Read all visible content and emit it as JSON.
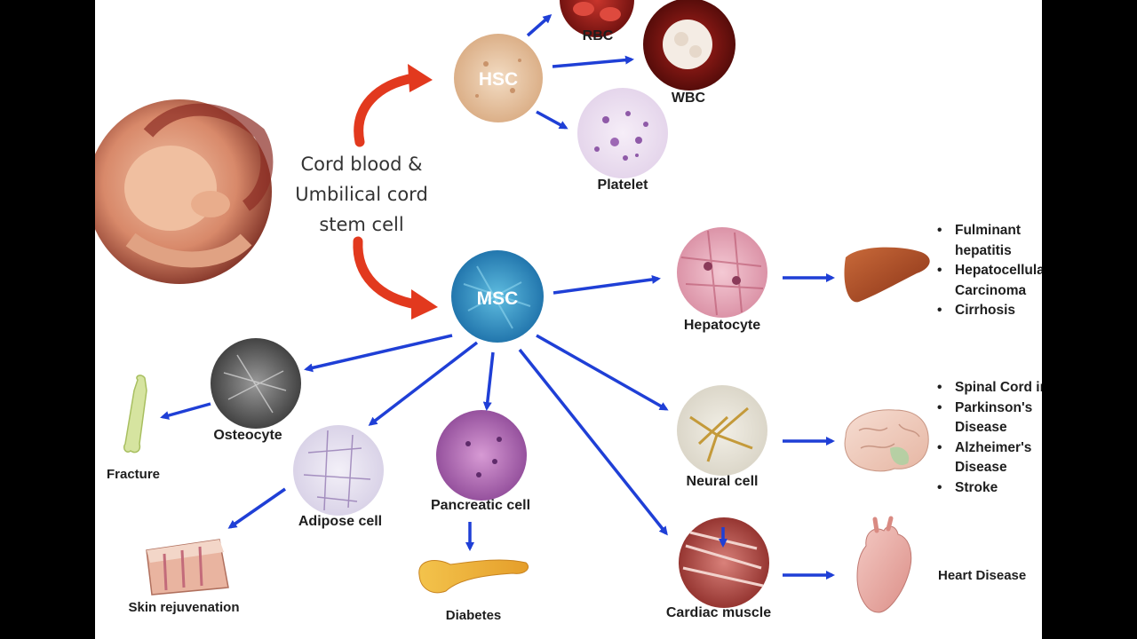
{
  "center_label": {
    "line1": "Cord blood &",
    "line2": "Umbilical cord",
    "line3": "stem cell"
  },
  "nodes": {
    "hsc": "HSC",
    "msc": "MSC",
    "rbc": "RBC",
    "wbc": "WBC",
    "platelet": "Platelet",
    "hepatocyte": "Hepatocyte",
    "neural_cell": "Neural cell",
    "cardiac_muscle": "Cardiac muscle",
    "osteocyte": "Osteocyte",
    "adipose_cell": "Adipose cell",
    "pancreatic_cell": "Pancreatic cell"
  },
  "outcomes": {
    "fracture": "Fracture",
    "skin": "Skin rejuvenation",
    "diabetes": "Diabetes",
    "heart_disease": "Heart Disease"
  },
  "liver_diseases": [
    "Fulminant hepatitis",
    "Hepatocellular Carcinoma",
    "Cirrhosis"
  ],
  "neuro_diseases": [
    "Spinal Cord injury",
    "Parkinson's Disease",
    "Alzheimer's Disease",
    "Stroke"
  ],
  "colors": {
    "arrow_blue": "#1f3fd6",
    "arrow_red": "#e2391e",
    "msc_fill": "#2a8fc4",
    "hsc_fill": "#e8c9a8",
    "background": "#ffffff",
    "frame": "#000000"
  }
}
